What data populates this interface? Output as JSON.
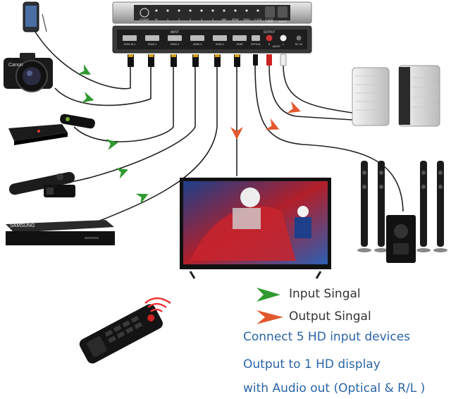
{
  "legend": {
    "input_label": "Input Singal",
    "output_label": "Output Singal",
    "input_color": "#2f9a2f",
    "output_color": "#e4572e"
  },
  "captions": [
    "Connect 5 HD input devices",
    "Output to 1 HD display",
    "with Audio out (Optical & R/L )"
  ],
  "switch_top_labels": [
    "POWER",
    "IR",
    "1",
    "2",
    "3",
    "4",
    "5",
    "ARC",
    "SPDIF",
    "PASS",
    "2.1CH",
    "5.1CH",
    "HDMI",
    "AUDIO"
  ],
  "switch_rear_labels": [
    "HDMI IN 1",
    "HDMI 2",
    "HDMI 3",
    "HDMI 4",
    "HDMI 5",
    "HDMI",
    "OPTICAL",
    "R",
    "AUDIO",
    "L",
    "DC 5V"
  ],
  "switch_rear_group_labels": [
    "INPUT",
    "OUTPUT"
  ],
  "device_brands": {
    "camera": "Canon",
    "bluray": "SAMSUNG"
  },
  "icons": [
    "smartphone-icon",
    "camera-icon",
    "media-player-icon",
    "streaming-stick-icon",
    "bluray-player-icon",
    "remote-control-icon",
    "tv-icon",
    "speaker-icon",
    "home-theater-icon"
  ]
}
